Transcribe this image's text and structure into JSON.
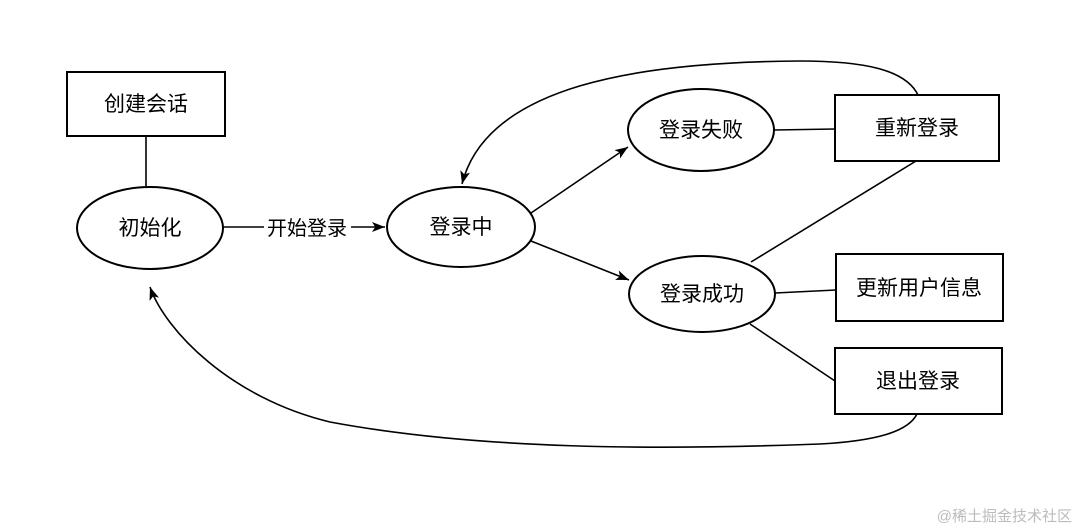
{
  "diagram": {
    "type": "state-flowchart",
    "background": "#ffffff",
    "stroke_color": "#000000",
    "text_color": "#000000"
  },
  "nodes": {
    "create_session": {
      "label": "创建会话",
      "shape": "rectangle"
    },
    "init": {
      "label": "初始化",
      "shape": "ellipse"
    },
    "logging_in": {
      "label": "登录中",
      "shape": "ellipse"
    },
    "login_failed": {
      "label": "登录失败",
      "shape": "ellipse"
    },
    "login_success": {
      "label": "登录成功",
      "shape": "ellipse"
    },
    "relogin": {
      "label": "重新登录",
      "shape": "rectangle"
    },
    "update_user_info": {
      "label": "更新用户信息",
      "shape": "rectangle"
    },
    "logout": {
      "label": "退出登录",
      "shape": "rectangle"
    }
  },
  "labels": {
    "start_login": "开始登录"
  },
  "edges": [
    {
      "from": "create_session",
      "to": "init",
      "arrow": false
    },
    {
      "from": "init",
      "to": "logging_in",
      "arrow": true,
      "label": "开始登录"
    },
    {
      "from": "logging_in",
      "to": "login_failed",
      "arrow": true
    },
    {
      "from": "logging_in",
      "to": "login_success",
      "arrow": true
    },
    {
      "from": "login_failed",
      "to": "relogin",
      "arrow": false
    },
    {
      "from": "relogin",
      "to": "logging_in",
      "arrow": true,
      "route": "curve-over-top"
    },
    {
      "from": "relogin",
      "to": "login_success",
      "arrow": false
    },
    {
      "from": "login_success",
      "to": "update_user_info",
      "arrow": false
    },
    {
      "from": "login_success",
      "to": "logout",
      "arrow": false
    },
    {
      "from": "logout",
      "to": "init",
      "arrow": true,
      "route": "curve-under-bottom"
    }
  ],
  "watermark": {
    "text": "@稀土掘金技术社区",
    "color": "#bcbcbc"
  }
}
